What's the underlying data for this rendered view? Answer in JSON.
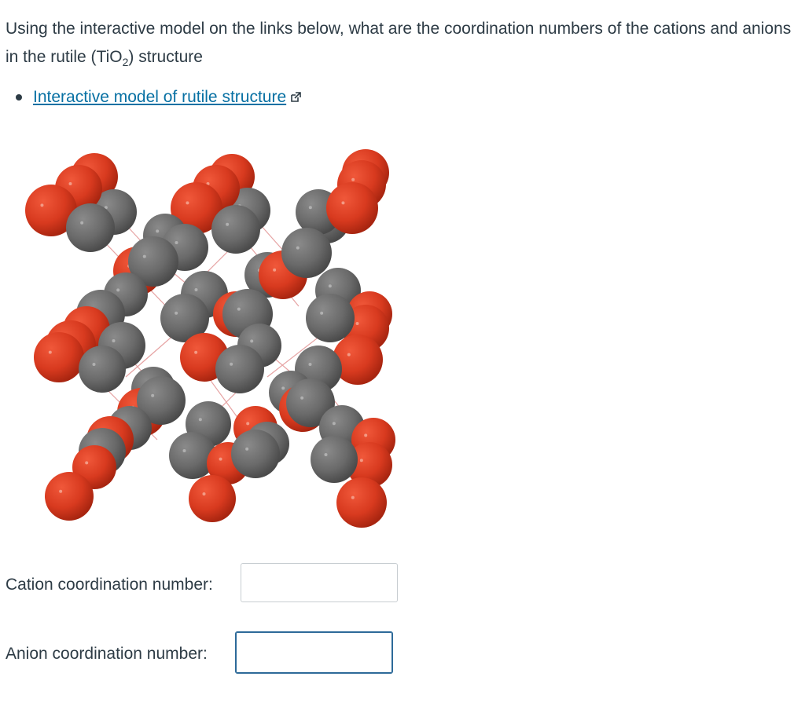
{
  "question": {
    "text_before": "Using the interactive model on the links below, what are the coordination numbers of the cations and anions in the rutile (TiO",
    "subscript": "2",
    "text_after": ") structure"
  },
  "links": [
    {
      "label": "Interactive model of rutile structure",
      "icon": "external-link-icon"
    }
  ],
  "model": {
    "icon": "rutile-crystal-structure-image",
    "colors": {
      "oxygen": "#d83a1f",
      "titanium": "#6e6e6e",
      "bond": "#e8a0a0"
    }
  },
  "fields": {
    "cation": {
      "label": "Cation coordination number:",
      "value": ""
    },
    "anion": {
      "label": "Anion coordination number:",
      "value": ""
    }
  },
  "colors": {
    "text": "#2d3b45",
    "link": "#0770a3",
    "input_border": "#c7cdd1",
    "input_focus": "#2d6a99"
  }
}
